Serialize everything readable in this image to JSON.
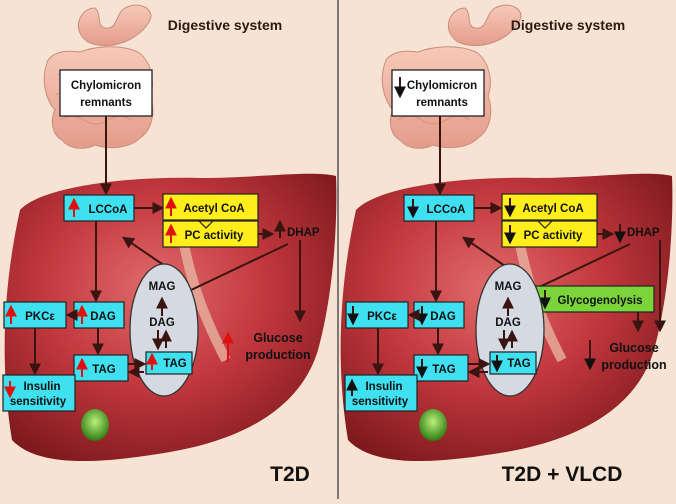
{
  "left": {
    "header": "Digestive system",
    "chylo": [
      "Chylomicron",
      "remnants"
    ],
    "lccoa": "LCCoA",
    "acetyl": "Acetyl CoA",
    "pc": "PC activity",
    "dhap": "DHAP",
    "mag": "MAG",
    "dag_ld": "DAG",
    "tag_ld": "TAG",
    "pkc": "PKCε",
    "dag": "DAG",
    "tag": "TAG",
    "insulin": [
      "Insulin",
      "sensitivity"
    ],
    "glucose": [
      "Glucose",
      "production"
    ],
    "footer": "T2D"
  },
  "right": {
    "header": "Digestive system",
    "chylo": [
      "Chylomicron",
      "remnants"
    ],
    "lccoa": "LCCoA",
    "acetyl": "Acetyl CoA",
    "pc": "PC activity",
    "dhap": "DHAP",
    "mag": "MAG",
    "dag_ld": "DAG",
    "tag_ld": "TAG",
    "glyco": "Glycogenolysis",
    "pkc": "PKCε",
    "dag": "DAG",
    "tag": "TAG",
    "insulin": [
      "Insulin",
      "sensitivity"
    ],
    "glucose": [
      "Glucose",
      "production"
    ],
    "footer": "T2D + VLCD"
  },
  "colors": {
    "background": "#f6e3d3",
    "liver": "#b8303a",
    "box_cyan": "#3fe0f0",
    "box_yellow": "#ffee1a",
    "box_green": "#7ad43a",
    "up_arrow": "#e01010",
    "down_arrow": "#111111"
  }
}
